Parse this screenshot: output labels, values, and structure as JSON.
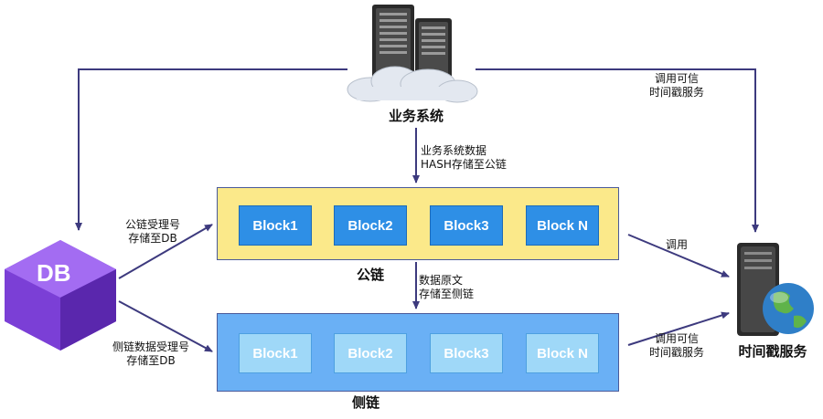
{
  "nodes": {
    "business_system": "业务系统",
    "db": "DB",
    "timestamp_service": "时间戳服务",
    "public_chain": "公链",
    "side_chain": "侧链"
  },
  "public_chain_blocks": [
    "Block1",
    "Block2",
    "Block3",
    "Block N"
  ],
  "side_chain_blocks": [
    "Block1",
    "Block2",
    "Block3",
    "Block N"
  ],
  "edge_labels": {
    "call_trusted_timestamp_top": [
      "调用可信",
      "时间戳服务"
    ],
    "business_hash": [
      "业务系统数据",
      "HASH存储至公链"
    ],
    "public_receipt": [
      "公链受理号",
      "存储至DB"
    ],
    "raw_data_side": [
      "数据原文",
      "存储至侧链"
    ],
    "call": "调用",
    "side_receipt": [
      "侧链数据受理号",
      "存储至DB"
    ],
    "call_trusted_timestamp_bottom": [
      "调用可信",
      "时间戳服务"
    ]
  },
  "colors": {
    "arrow": "#3d3a7e",
    "public_chain_bg": "#fbe98a",
    "side_chain_bg": "#6ab0f5",
    "public_block": "#2e8fe6",
    "side_block": "#9fd8f8",
    "db_icon": "#7b3fd6"
  },
  "icons": [
    "server-cloud-icon",
    "database-cube-icon",
    "server-globe-icon"
  ]
}
